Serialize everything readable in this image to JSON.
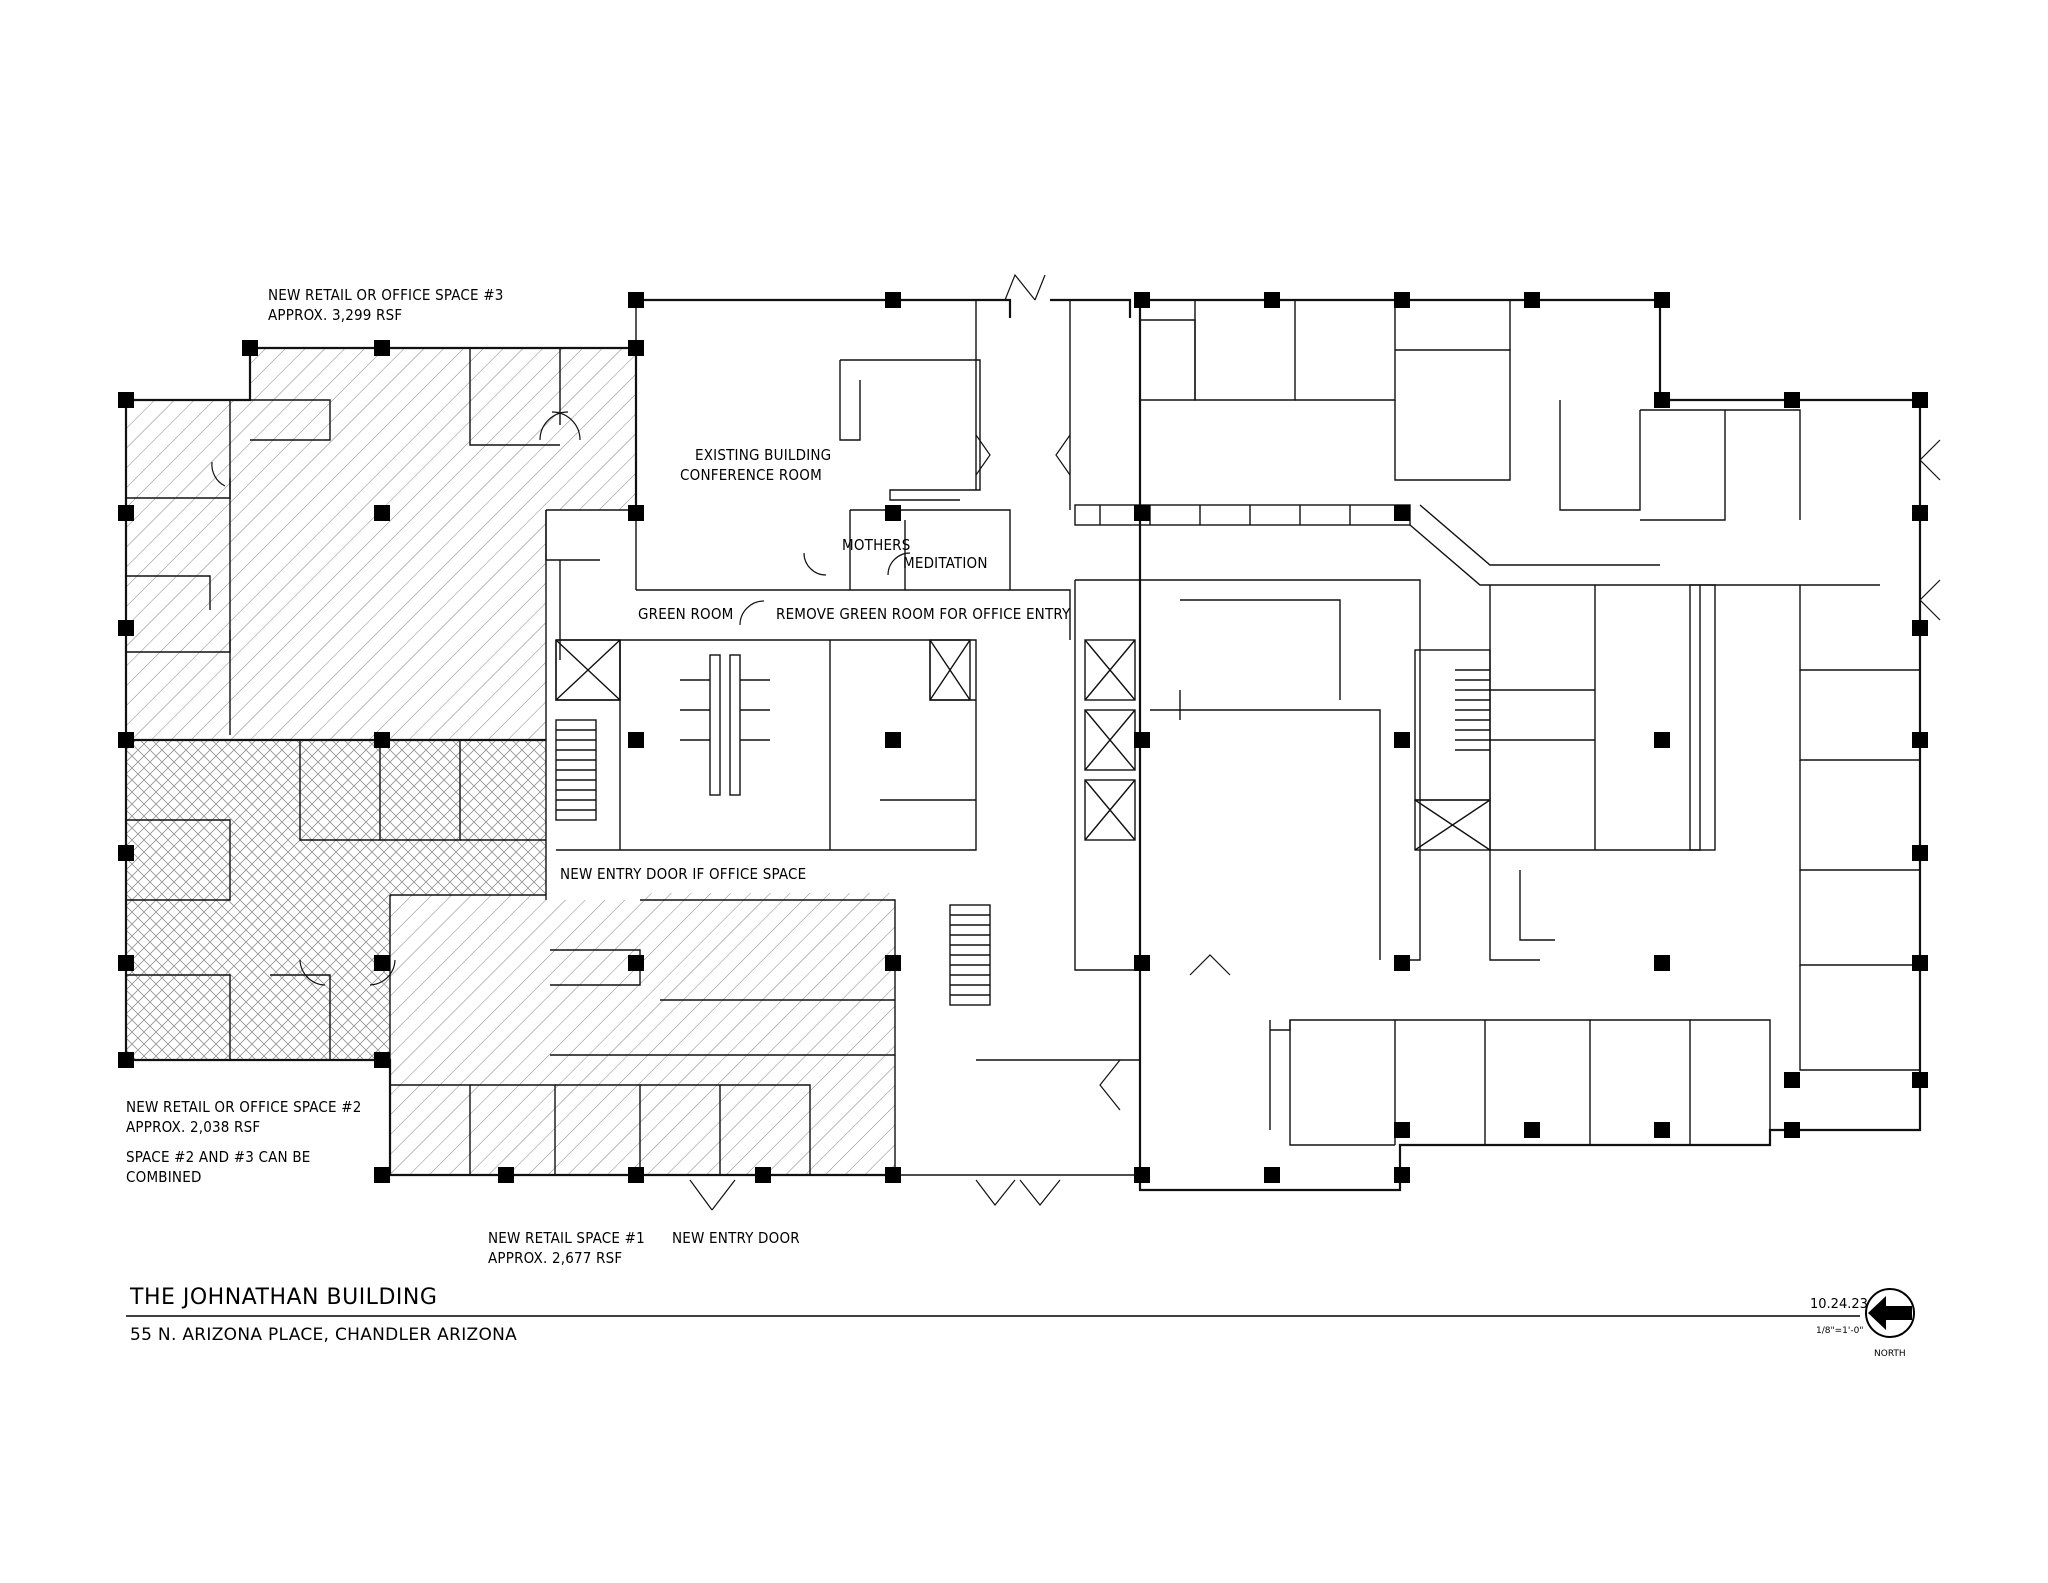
{
  "labels": {
    "space3_name": "NEW RETAIL OR OFFICE SPACE #3",
    "space3_area": "APPROX. 3,299 RSF",
    "space2_name": "NEW RETAIL OR OFFICE SPACE #2",
    "space2_area": "APPROX. 2,038 RSF",
    "combined_1": "SPACE #2 AND #3 CAN BE",
    "combined_2": "COMBINED",
    "space1_name": "NEW RETAIL SPACE #1",
    "space1_area": "APPROX. 2,677 RSF",
    "new_entry_door": "NEW ENTRY DOOR",
    "new_entry_door_office": "NEW ENTRY DOOR IF OFFICE SPACE",
    "conference_1": "EXISTING BUILDING",
    "conference_2": "CONFERENCE ROOM",
    "mothers": "MOTHERS",
    "meditation": "MEDITATION",
    "green_room": "GREEN ROOM",
    "remove_green_room": "REMOVE GREEN ROOM FOR OFFICE ENTRY"
  },
  "title_block": {
    "building": "THE JOHNATHAN BUILDING",
    "address": "55 N. ARIZONA PLACE, CHANDLER ARIZONA",
    "date": "10.24.23",
    "scale": "1/8\"=1'-0\"",
    "north": "NORTH"
  },
  "icons": {
    "north_arrow": "north-arrow-icon"
  }
}
